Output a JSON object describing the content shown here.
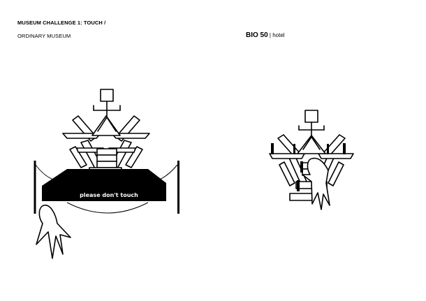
{
  "heading": "MUSEUM CHALLENGE 1: TOUCH /",
  "subheading": "ORDINARY MUSEUM",
  "right_title_bold": "BIO 50",
  "right_title_rest": " | hotel",
  "plinth_sign": "please don't touch",
  "colors": {
    "ink": "#000000",
    "background": "#ffffff"
  }
}
